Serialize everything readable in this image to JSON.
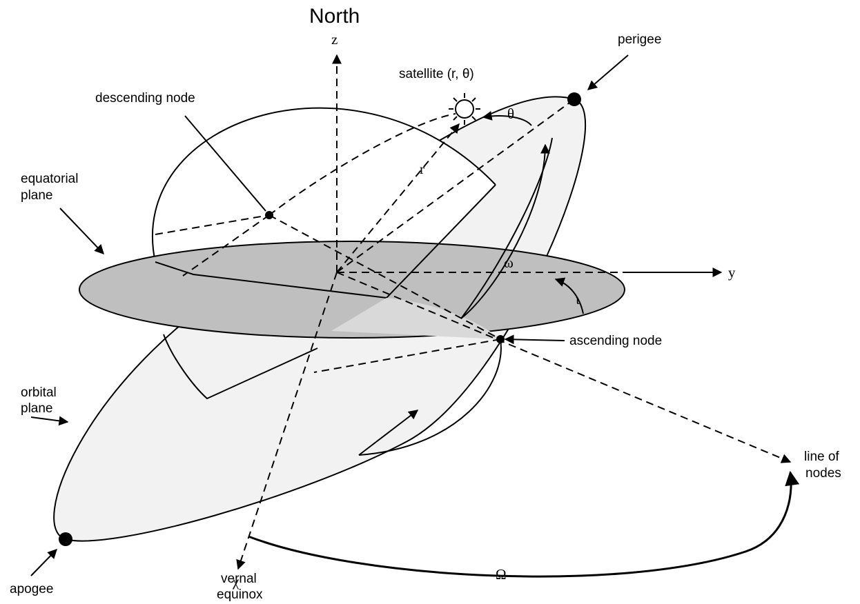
{
  "diagram": {
    "labels": {
      "north": "North",
      "z_axis": "z",
      "y_axis": "y",
      "x_axis": "χ",
      "satellite": "satellite (r, θ)",
      "perigee": "perigee",
      "descending_node": "descending node",
      "equatorial_plane_1": "equatorial",
      "equatorial_plane_2": "plane",
      "orbital_plane_1": "orbital",
      "orbital_plane_2": "plane",
      "ascending_node": "ascending node",
      "line_of_nodes_1": "line of",
      "line_of_nodes_2": "nodes",
      "vernal_1": "vernal",
      "vernal_2": "equinox",
      "apogee": "apogee"
    },
    "symbols": {
      "r": "r",
      "theta": "θ",
      "omega": "ω",
      "inclination": "ι",
      "Omega": "Ω"
    },
    "colors": {
      "equatorial_plane_fill": "#bfbfbf",
      "orbital_plane_fill": "#f2f2f2",
      "line": "#000000"
    }
  }
}
